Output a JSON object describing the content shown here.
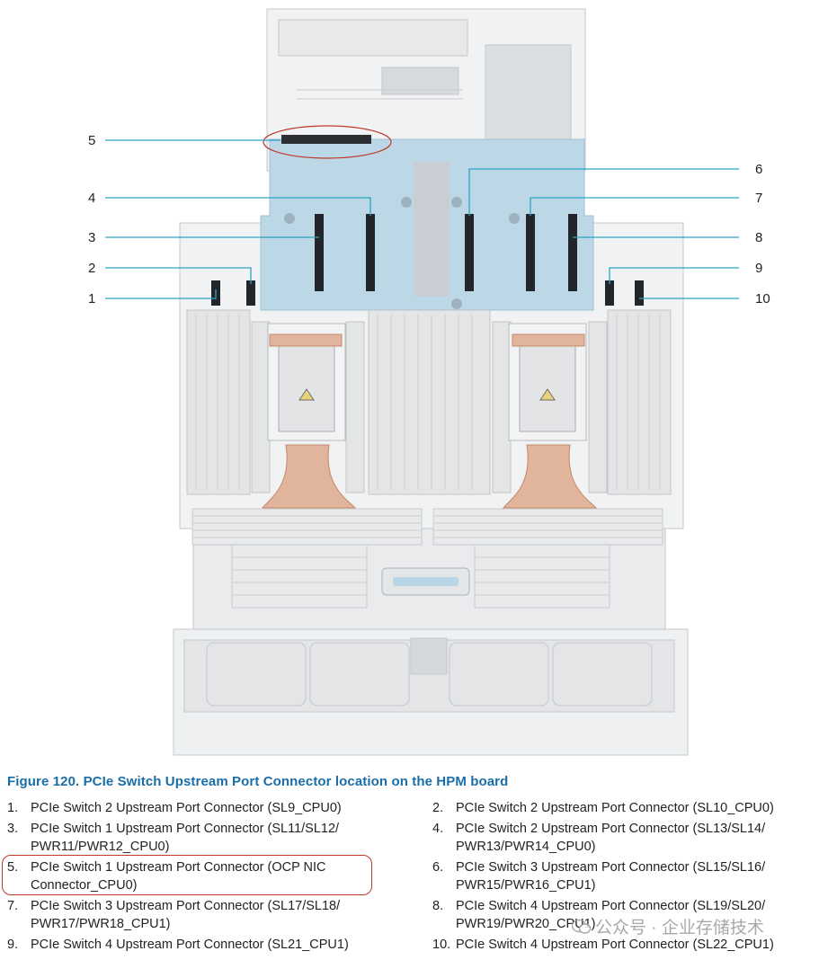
{
  "figure": {
    "callout_numbers": [
      "1",
      "2",
      "3",
      "4",
      "5",
      "6",
      "7",
      "8",
      "9",
      "10"
    ],
    "highlight_color": "#c0392b",
    "callout_line_color": "#2aa5c4",
    "board_color": "#bcd8e6"
  },
  "caption": "Figure 120. PCIe Switch Upstream Port Connector location on the HPM board",
  "legend": [
    {
      "num": "1.",
      "text": "PCIe Switch 2 Upstream Port Connector (SL9_CPU0)"
    },
    {
      "num": "2.",
      "text": "PCIe Switch 2 Upstream Port Connector (SL10_CPU0)"
    },
    {
      "num": "3.",
      "text": "PCIe Switch 1 Upstream Port Connector (SL11/SL12/ PWR11/PWR12_CPU0)"
    },
    {
      "num": "4.",
      "text": "PCIe Switch 2 Upstream Port Connector (SL13/SL14/ PWR13/PWR14_CPU0)"
    },
    {
      "num": "5.",
      "text": "PCIe Switch 1 Upstream Port Connector (OCP NIC Connector_CPU0)"
    },
    {
      "num": "6.",
      "text": "PCIe Switch 3 Upstream Port Connector (SL15/SL16/ PWR15/PWR16_CPU1)"
    },
    {
      "num": "7.",
      "text": "PCIe Switch 3 Upstream Port Connector (SL17/SL18/ PWR17/PWR18_CPU1)"
    },
    {
      "num": "8.",
      "text": "PCIe Switch 4 Upstream Port Connector (SL19/SL20/ PWR19/PWR20_CPU1)"
    },
    {
      "num": "9.",
      "text": "PCIe Switch 4 Upstream Port Connector (SL21_CPU1)"
    },
    {
      "num": "10.",
      "text": "PCIe Switch 4 Upstream Port Connector (SL22_CPU1)"
    }
  ],
  "watermark": "公众号 · 企业存储技术"
}
